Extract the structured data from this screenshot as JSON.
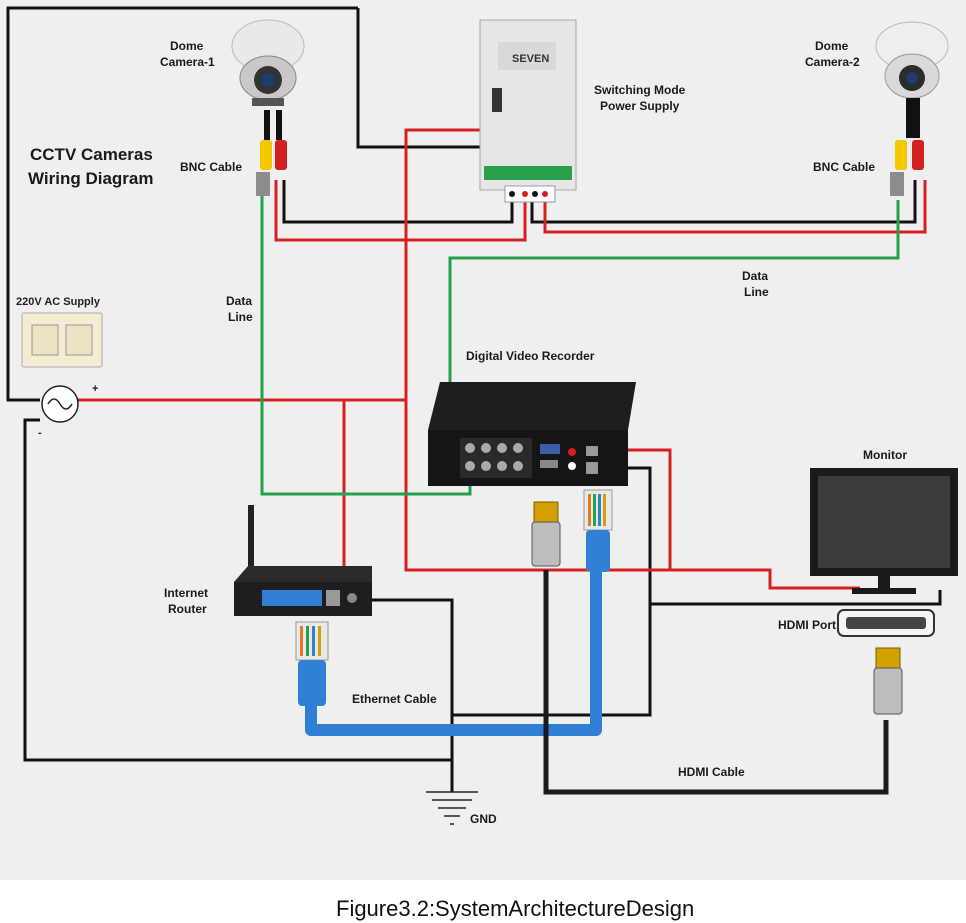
{
  "diagram": {
    "title_line1": "CCTV Cameras",
    "title_line2": "Wiring Diagram",
    "caption": "Figure3.2:SystemArchitectureDesign"
  },
  "labels": {
    "camera1_line1": "Dome",
    "camera1_line2": "Camera-1",
    "camera2_line1": "Dome",
    "camera2_line2": "Camera-2",
    "psu_line1": "Switching Mode",
    "psu_line2": "Power Supply",
    "psu_brand": "SEVEN",
    "bnc_left": "BNC Cable",
    "bnc_right": "BNC Cable",
    "data_left_line1": "Data",
    "data_left_line2": "Line",
    "data_right_line1": "Data",
    "data_right_line2": "Line",
    "ac_supply": "220V AC Supply",
    "plus": "+",
    "minus": "-",
    "dvr": "Digital Video Recorder",
    "monitor": "Monitor",
    "router_line1": "Internet",
    "router_line2": "Router",
    "hdmi_port": "HDMI Port",
    "ethernet_cable": "Ethernet Cable",
    "hdmi_cable": "HDMI Cable",
    "gnd": "GND"
  },
  "colors": {
    "background": "#efefef",
    "power_positive": "#d42020",
    "power_negative": "#111111",
    "data_line": "#22a24a",
    "ethernet": "#2f7fd4",
    "hdmi": "#1a1a1a"
  }
}
